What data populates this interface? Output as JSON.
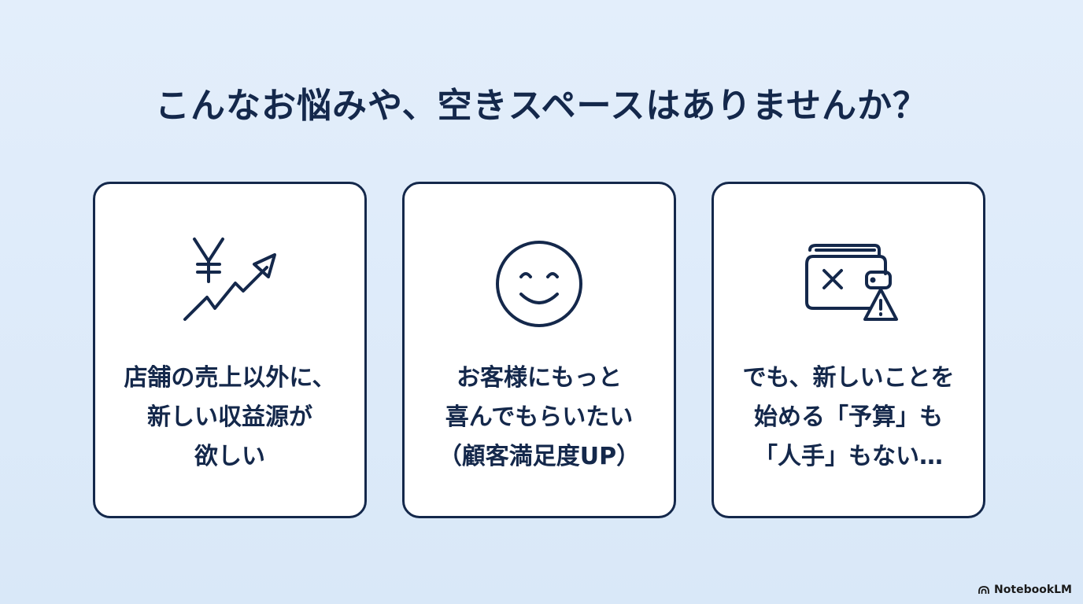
{
  "title": "こんなお悩みや、空きスペースはありませんか？",
  "cards": [
    {
      "icon": "yen-growth-arrow-icon",
      "lines": [
        "店舗の売上以外に、",
        "新しい収益源が",
        "欲しい"
      ]
    },
    {
      "icon": "smiley-face-icon",
      "lines": [
        "お客様にもっと",
        "喜んでもらいたい",
        "（顧客満足度UP）"
      ]
    },
    {
      "icon": "wallet-warning-icon",
      "lines": [
        "でも、新しいことを",
        "始める「予算」も",
        "「人手」もない…"
      ]
    }
  ],
  "branding": {
    "label": "NotebookLM"
  },
  "colors": {
    "navy": "#14284b",
    "background": "#dce9f8",
    "card": "#ffffff"
  }
}
